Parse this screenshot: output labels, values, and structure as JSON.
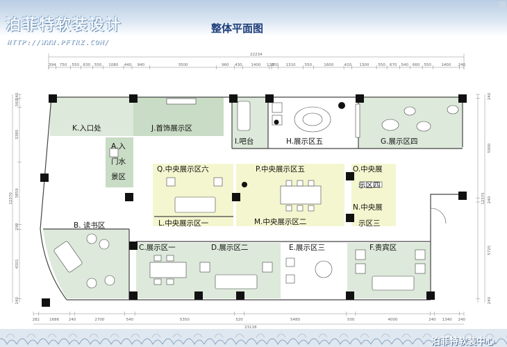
{
  "header": {
    "logo": "泊菲特软装设计",
    "url": "HTTP://WWW.PFTRZ.COM/",
    "title": "整体平面图"
  },
  "footer": {
    "brand": "泊菲特软装中心"
  },
  "dimensions": {
    "top_total": "22234",
    "top_segments": [
      "394",
      "750",
      "550",
      "630",
      "550",
      "1080",
      "440",
      "940",
      "3500",
      "960",
      "430",
      "1400",
      "130",
      "350",
      "1310",
      "550",
      "1600",
      "420",
      "1300",
      "550",
      "670",
      "540",
      "660",
      "550",
      "1400",
      "240"
    ],
    "bottom_total": "23118",
    "bottom_segments": [
      "282",
      "1686",
      "240",
      "2700",
      "540",
      "5350",
      "520",
      "5480",
      "500",
      "4000",
      "240",
      "1340",
      "240"
    ],
    "left_segments": [
      "240",
      "560",
      "3380",
      "3859",
      "298",
      "4301",
      "240"
    ],
    "left_total": "12370",
    "right_segments": [
      "240",
      "5900",
      "240",
      "5725",
      "240"
    ],
    "right_total": "12375"
  },
  "rooms": {
    "K": "K.入口处",
    "J": "J.首饰展示区",
    "I": "I.吧台",
    "H": "H.展示区五",
    "G": "G.展示区四",
    "A1": "A.入",
    "A2": "门水",
    "A3": "景区",
    "Q": "Q.中央展示区六",
    "P": "P.中央展示区五",
    "O1": "O.中央展",
    "O2": "示区四",
    "L": "L.中央展示区一",
    "M": "M.中央展示区二",
    "N1": "N.中央展",
    "N2": "示区三",
    "B": "B. 读书区",
    "C": "C.展示区一",
    "D": "D.展示区二",
    "E": "E.展示区三",
    "F": "F.贵宾区"
  },
  "colors": {
    "zone_green": "#dde9da",
    "zone_yellow": "#f4f6cf",
    "wall": "#444444",
    "column": "#111111",
    "title": "#1d3d7a"
  }
}
